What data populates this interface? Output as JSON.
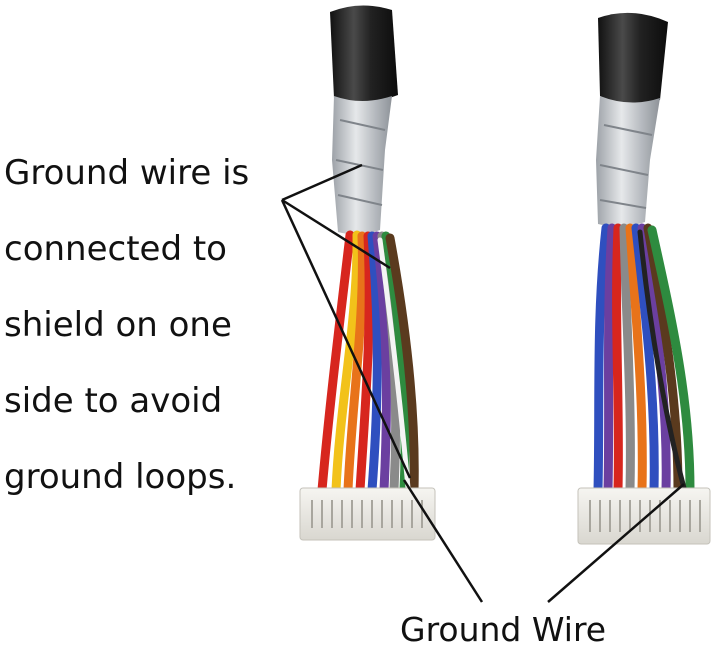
{
  "annotation": {
    "lines": [
      "Ground wire is",
      "connected to",
      "shield on one",
      "side to avoid",
      "ground loops."
    ],
    "label": "Ground Wire"
  },
  "colors": {
    "background": "#ffffff",
    "tubing": "#1f1f1f",
    "foil": "#c9ccd0",
    "connector": "#ecebe6",
    "wires": [
      "#d7261e",
      "#f2c21a",
      "#e8731a",
      "#2f4fbf",
      "#6b3fa0",
      "#8a8a8a",
      "#2e8b3f",
      "#5a3a1e",
      "#222222",
      "#f4f4f4"
    ]
  },
  "objects": [
    "left-cable-assembly",
    "right-cable-assembly",
    "callout-lines"
  ]
}
